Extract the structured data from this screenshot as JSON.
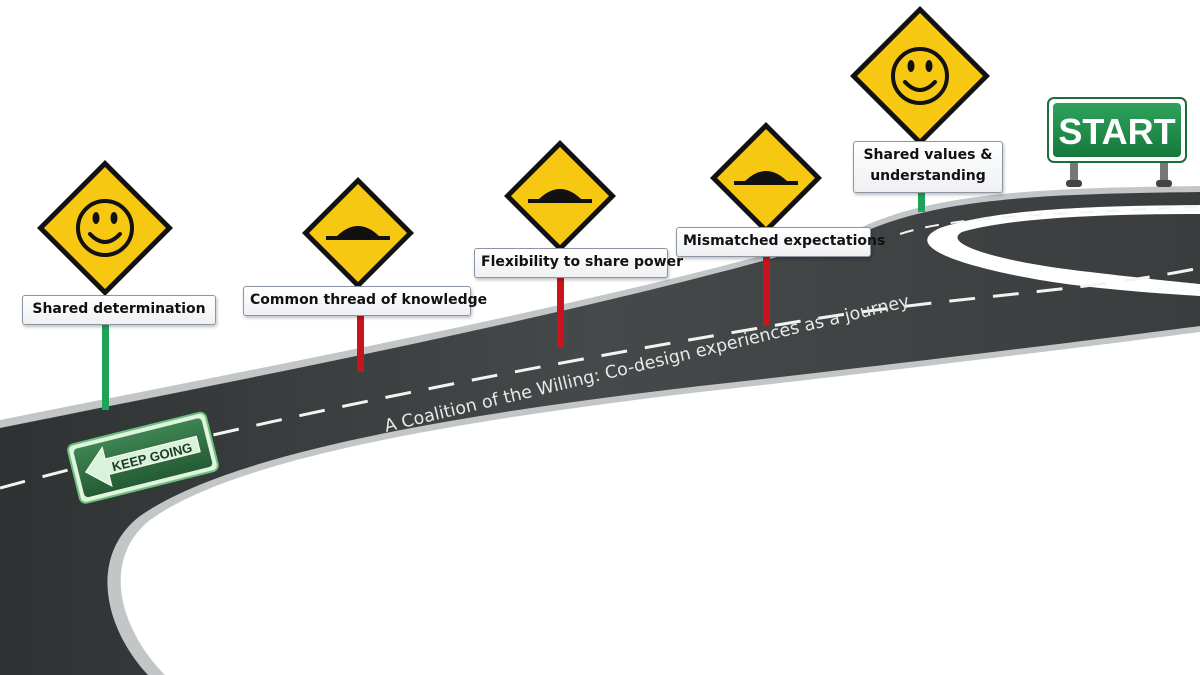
{
  "title": "A Coalition of the Willing: Co-design experiences as a journey",
  "start_sign": "START",
  "keep_going_sign": "KEEP GOING",
  "signs": [
    {
      "label": "Shared determination",
      "icon": "smiley-face-icon",
      "pole_color": "#1fa35a"
    },
    {
      "label": "Common thread of knowledge",
      "icon": "speed-bump-icon",
      "pole_color": "#c8141b"
    },
    {
      "label": "Flexibility to share power",
      "icon": "speed-bump-icon",
      "pole_color": "#c8141b"
    },
    {
      "label": "Mismatched expectations",
      "icon": "speed-bump-icon",
      "pole_color": "#c8141b"
    },
    {
      "label_line1": "Shared values &",
      "label_line2": "understanding",
      "icon": "smiley-face-icon",
      "pole_color": "#1fa35a"
    }
  ],
  "colors": {
    "road": "#3b3e3f",
    "road_edge": "#b9bcbd",
    "sign_yellow": "#f6c812",
    "start_green": "#1c8a47",
    "keep_going_green": "#2f6f3f"
  }
}
